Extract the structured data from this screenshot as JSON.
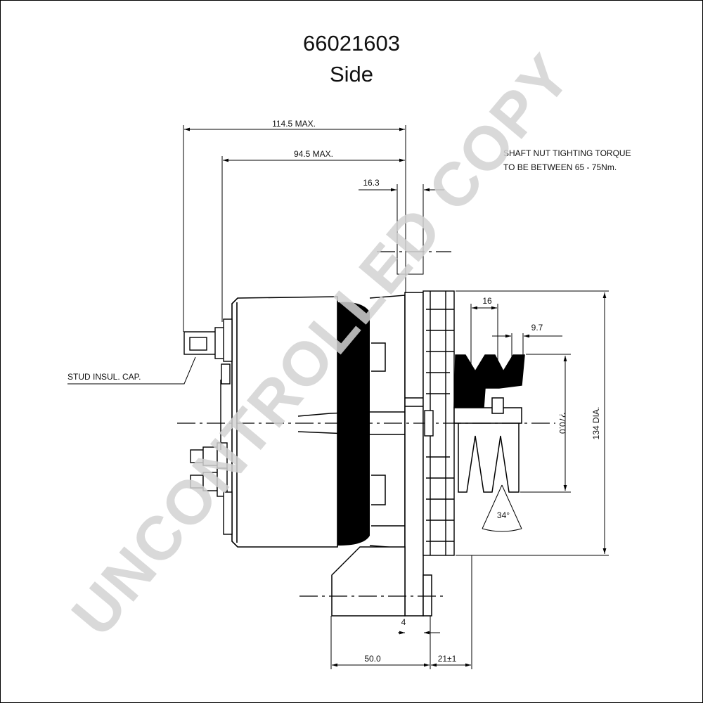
{
  "header": {
    "part_number": "66021603",
    "view": "Side"
  },
  "dimensions": {
    "overall_max": "114.5 MAX.",
    "body_max": "94.5 MAX.",
    "flange_gap": "16.3",
    "groove_pitch": "16",
    "groove_width": "9.7",
    "pulley_dia": "?70.0",
    "outer_dia": "134 DIA.",
    "groove_angle": "34°",
    "mount_offset": "4",
    "mount_length": "50.0",
    "pulley_offset": "21±1"
  },
  "notes": {
    "torque_line1": "SHAFT NUT TIGHTING TORQUE",
    "torque_line2": "TO BE BETWEEN 65 - 75Nm.",
    "stud_label": "STUD INSUL. CAP."
  },
  "watermark": "UNCONTROLLED COPY"
}
